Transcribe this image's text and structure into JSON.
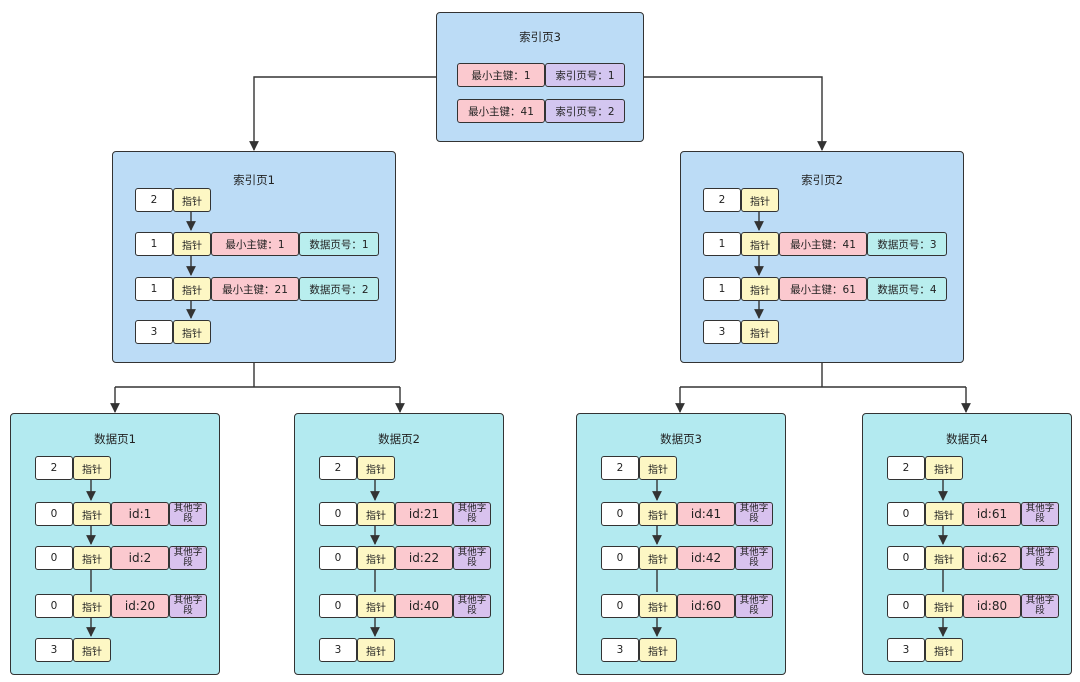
{
  "root": {
    "title": "索引页3",
    "entries": [
      {
        "key": "最小主键：1",
        "ref": "索引页号：1"
      },
      {
        "key": "最小主键：41",
        "ref": "索引页号：2"
      }
    ]
  },
  "index_pages": [
    {
      "title": "索引页1",
      "prev": "2",
      "ptr": "指针",
      "records": [
        {
          "flag": "1",
          "ptr": "指针",
          "key": "最小主键：1",
          "ref": "数据页号：1"
        },
        {
          "flag": "1",
          "ptr": "指针",
          "key": "最小主键：21",
          "ref": "数据页号：2"
        }
      ],
      "next": "3"
    },
    {
      "title": "索引页2",
      "prev": "2",
      "ptr": "指针",
      "records": [
        {
          "flag": "1",
          "ptr": "指针",
          "key": "最小主键：41",
          "ref": "数据页号：3"
        },
        {
          "flag": "1",
          "ptr": "指针",
          "key": "最小主键：61",
          "ref": "数据页号：4"
        }
      ],
      "next": "3"
    }
  ],
  "data_pages": [
    {
      "title": "数据页1",
      "prev": "2",
      "ptr": "指针",
      "next": "3",
      "records": [
        {
          "flag": "0",
          "id": "id:1"
        },
        {
          "flag": "0",
          "id": "id:2"
        },
        {
          "flag": "0",
          "id": "id:20"
        }
      ]
    },
    {
      "title": "数据页2",
      "prev": "2",
      "ptr": "指针",
      "next": "3",
      "records": [
        {
          "flag": "0",
          "id": "id:21"
        },
        {
          "flag": "0",
          "id": "id:22"
        },
        {
          "flag": "0",
          "id": "id:40"
        }
      ]
    },
    {
      "title": "数据页3",
      "prev": "2",
      "ptr": "指针",
      "next": "3",
      "records": [
        {
          "flag": "0",
          "id": "id:41"
        },
        {
          "flag": "0",
          "id": "id:42"
        },
        {
          "flag": "0",
          "id": "id:60"
        }
      ]
    },
    {
      "title": "数据页4",
      "prev": "2",
      "ptr": "指针",
      "next": "3",
      "records": [
        {
          "flag": "0",
          "id": "id:61"
        },
        {
          "flag": "0",
          "id": "id:62"
        },
        {
          "flag": "0",
          "id": "id:80"
        }
      ]
    }
  ],
  "labels": {
    "other_fields": "其他字段"
  },
  "colors": {
    "index_page_bg": "#bcdcf6",
    "data_page_bg": "#b3eaf0",
    "pointer_bg": "#fdf7c4",
    "key_bg": "#fbc9cf",
    "index_ref_bg": "#d3c6f0",
    "data_ref_bg": "#b9eeee",
    "other_fields_bg": "#d8c2ee"
  }
}
